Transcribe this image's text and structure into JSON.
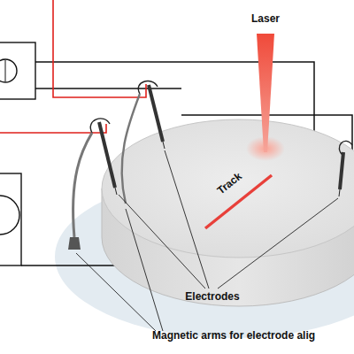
{
  "diagram": {
    "labels": [
      "Laser",
      "Track",
      "Electrodes",
      "Magnetic arms for electrode alig"
    ]
  }
}
